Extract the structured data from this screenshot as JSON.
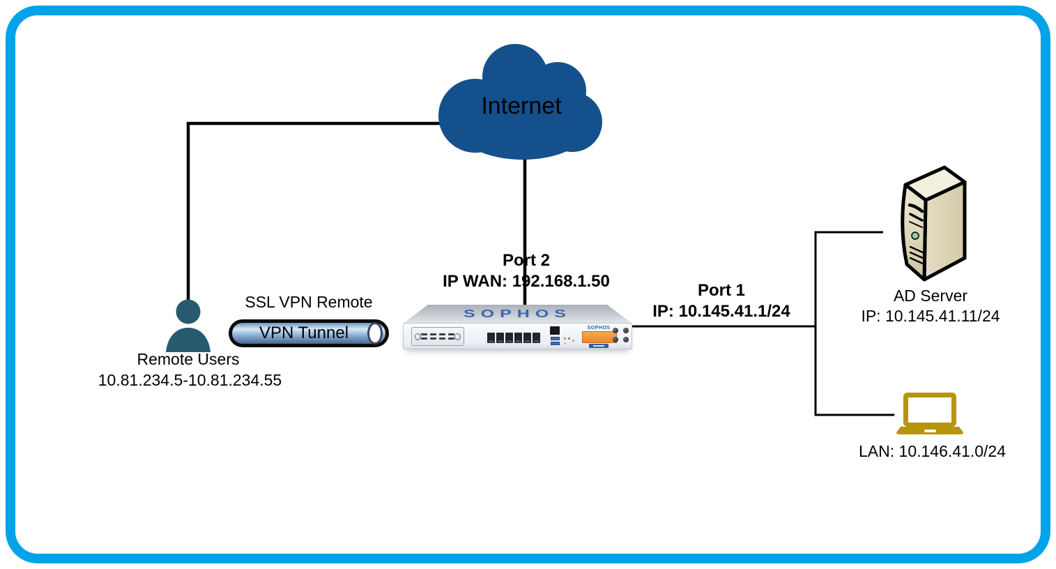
{
  "diagram": {
    "internet": {
      "label": "Internet"
    },
    "remote_users": {
      "label": "Remote Users",
      "ip_range": "10.81.234.5-10.81.234.55"
    },
    "vpn": {
      "caption": "SSL VPN Remote",
      "tunnel_label": "VPN Tunnel"
    },
    "firewall": {
      "brand_top": "SOPHOS",
      "brand_panel": "SOPHOS",
      "wan_port": {
        "title": "Port 2",
        "detail": "IP WAN: 192.168.1.50"
      },
      "lan_port": {
        "title": "Port 1",
        "detail": "IP: 10.145.41.1/24"
      }
    },
    "ad_server": {
      "label": "AD Server",
      "detail": "IP: 10.145.41.11/24"
    },
    "lan_segment": {
      "label": "LAN: 10.146.41.0/24"
    }
  },
  "colors": {
    "frame_blue": "#00A3E8",
    "cloud_blue": "#14508C",
    "person_teal": "#265A6E",
    "laptop_gold": "#B7950B",
    "sophos_blue": "#3C66AE",
    "lcd_orange": "#EE8529",
    "connector_black": "#000000"
  }
}
